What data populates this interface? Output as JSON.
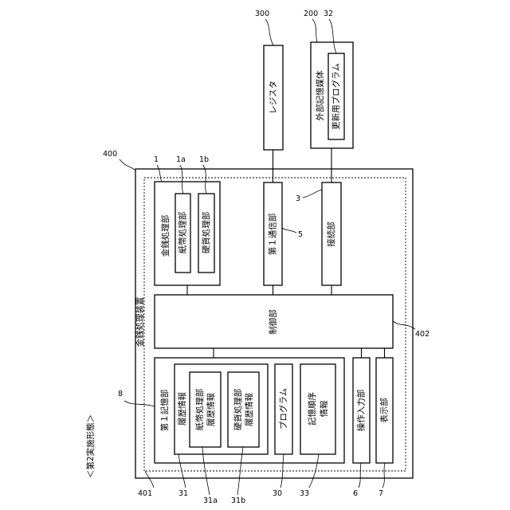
{
  "figure": {
    "title": "＜第2実施形態＞",
    "device": {
      "label": "金銭処理装置",
      "ref": "400",
      "inner_ref": "401",
      "control_ref": "402"
    },
    "blocks": {
      "money_processing": {
        "label": "金銭処理部",
        "ref": "1"
      },
      "paper_money": {
        "label": "紙幣処理部",
        "ref": "1a"
      },
      "coin": {
        "label": "硬貨処理部",
        "ref": "1b"
      },
      "comm": {
        "label": "第１通信部",
        "ref": "5"
      },
      "connection": {
        "label": "接続部",
        "ref": "3"
      },
      "control": {
        "label": "制御部"
      },
      "storage": {
        "label": "第１記憶部",
        "ref": "8"
      },
      "history": {
        "label": "履歴情報",
        "ref": "31"
      },
      "paper_history": {
        "label_line1": "紙幣処理部",
        "label_line2": "履歴情報",
        "ref": "31a"
      },
      "coin_history": {
        "label_line1": "硬貨処理部",
        "label_line2": "履歴情報",
        "ref": "31b"
      },
      "program": {
        "label": "プログラム",
        "ref": "30"
      },
      "storage_order": {
        "label_line1": "記憶順序",
        "label_line2": "情報",
        "ref": "33"
      },
      "operation_input": {
        "label": "操作入力部",
        "ref": "6"
      },
      "display": {
        "label": "表示部",
        "ref": "7"
      },
      "register": {
        "label": "レジスタ",
        "ref": "300"
      },
      "external_media": {
        "label": "外部記憶媒体",
        "ref": "200"
      },
      "update_program": {
        "label": "更新用プログラム",
        "ref": "32"
      }
    }
  }
}
